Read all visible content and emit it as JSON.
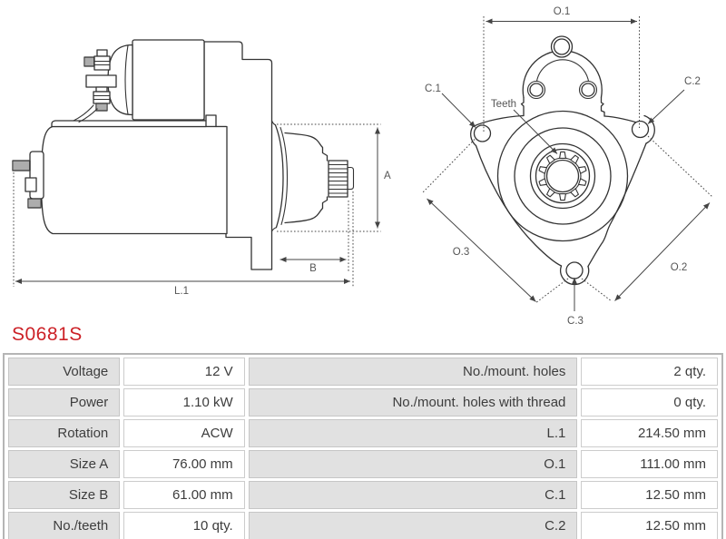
{
  "part_number": "S0681S",
  "colors": {
    "accent_red": "#cc2127",
    "diagram_line": "#333333",
    "dimension_line": "#444444",
    "label_gray": "#555555",
    "table_label_bg": "#e1e1e1",
    "table_border": "#b5b5b5"
  },
  "diagram": {
    "side_view": {
      "labels": {
        "a": "A",
        "b": "B",
        "l1": "L.1"
      }
    },
    "front_view": {
      "labels": {
        "o1": "O.1",
        "o2": "O.2",
        "o3": "O.3",
        "c1": "C.1",
        "c2": "C.2",
        "c3": "C.3",
        "teeth": "Teeth"
      }
    }
  },
  "table": {
    "rows": [
      {
        "label_left": "Voltage",
        "value_left": "12 V",
        "label_right": "No./mount. holes",
        "value_right": "2 qty."
      },
      {
        "label_left": "Power",
        "value_left": "1.10 kW",
        "label_right": "No./mount. holes with thread",
        "value_right": "0 qty."
      },
      {
        "label_left": "Rotation",
        "value_left": "ACW",
        "label_right": "L.1",
        "value_right": "214.50 mm"
      },
      {
        "label_left": "Size A",
        "value_left": "76.00 mm",
        "label_right": "O.1",
        "value_right": "111.00 mm"
      },
      {
        "label_left": "Size B",
        "value_left": "61.00 mm",
        "label_right": "C.1",
        "value_right": "12.50 mm"
      },
      {
        "label_left": "No./teeth",
        "value_left": "10 qty.",
        "label_right": "C.2",
        "value_right": "12.50 mm"
      }
    ]
  }
}
